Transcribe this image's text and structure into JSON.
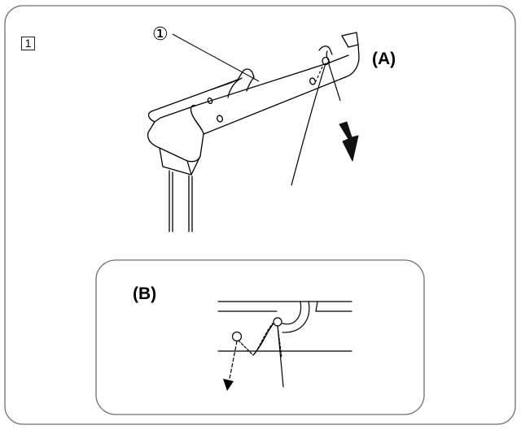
{
  "figure": {
    "step_number": "1",
    "part_number": "①",
    "view_a_label": "(A)",
    "view_b_label": "(B)"
  },
  "colors": {
    "frame": "#707070",
    "ink": "#000000",
    "arrow_fill": "#111111",
    "background": "#ffffff"
  },
  "icons": {
    "pull_arrow": "down-arrow-icon",
    "dashed_arrow": "dashed-down-arrow-icon"
  }
}
